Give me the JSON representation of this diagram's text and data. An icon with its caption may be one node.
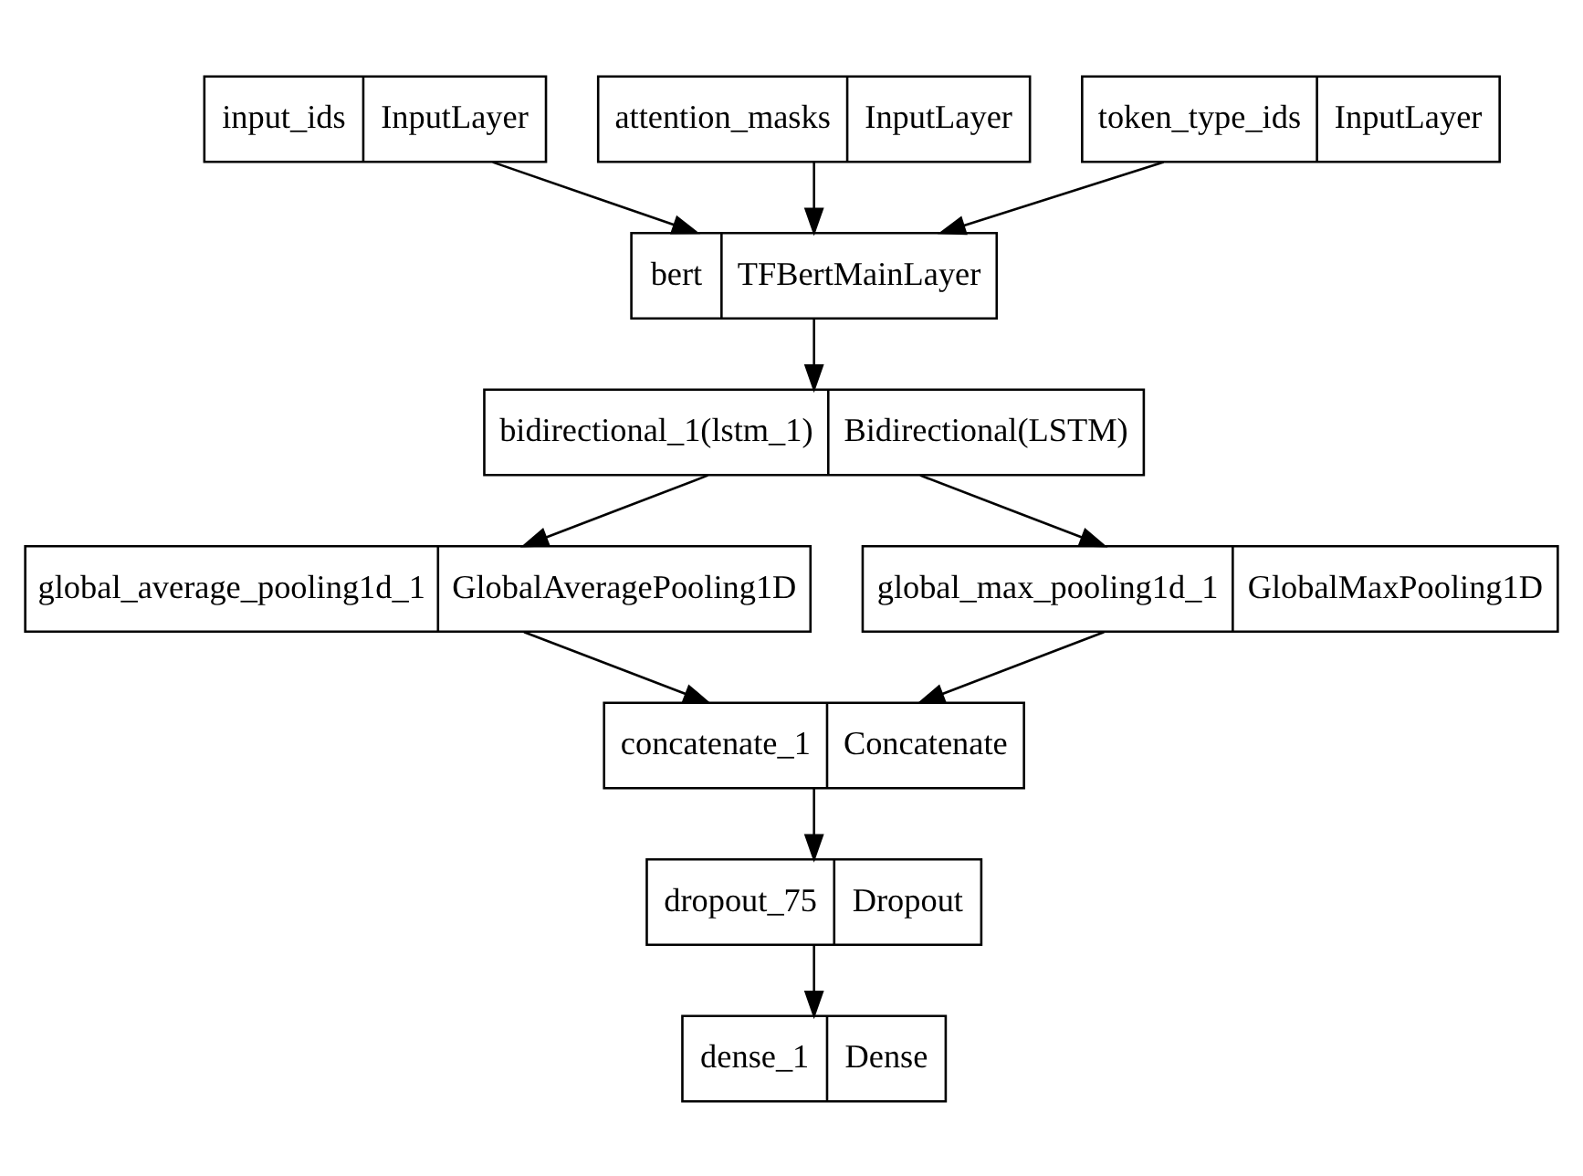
{
  "diagram": {
    "nodes": [
      {
        "text": [
          "input_ids",
          "InputLayer"
        ]
      },
      {
        "text": [
          "attention_masks",
          "InputLayer"
        ]
      },
      {
        "text": [
          "token_type_ids",
          "InputLayer"
        ]
      },
      {
        "text": [
          "bert",
          "TFBertMainLayer"
        ]
      },
      {
        "text": [
          "bidirectional_1(lstm_1)",
          "Bidirectional(LSTM)"
        ]
      },
      {
        "text": [
          "global_average_pooling1d_1",
          "GlobalAveragePooling1D"
        ]
      },
      {
        "text": [
          "global_max_pooling1d_1",
          "GlobalMaxPooling1D"
        ]
      },
      {
        "text": [
          "concatenate_1",
          "Concatenate"
        ]
      },
      {
        "text": [
          "dropout_75",
          "Dropout"
        ]
      },
      {
        "text": [
          "dense_1",
          "Dense"
        ]
      }
    ],
    "edges": [
      {
        "from": 0,
        "to": 3,
        "arrow": "to"
      },
      {
        "from": 1,
        "to": 3,
        "arrow": "to"
      },
      {
        "from": 2,
        "to": 3,
        "arrow": "to"
      },
      {
        "from": 3,
        "to": 4,
        "arrow": "to"
      },
      {
        "from": 4,
        "to": 5,
        "arrow": "to"
      },
      {
        "from": 4,
        "to": 6,
        "arrow": "to"
      },
      {
        "from": 5,
        "to": 7,
        "arrow": "to"
      },
      {
        "from": 6,
        "to": 7,
        "arrow": "to"
      },
      {
        "from": 7,
        "to": 8,
        "arrow": "to"
      },
      {
        "from": 8,
        "to": 9,
        "arrow": "to"
      }
    ]
  }
}
